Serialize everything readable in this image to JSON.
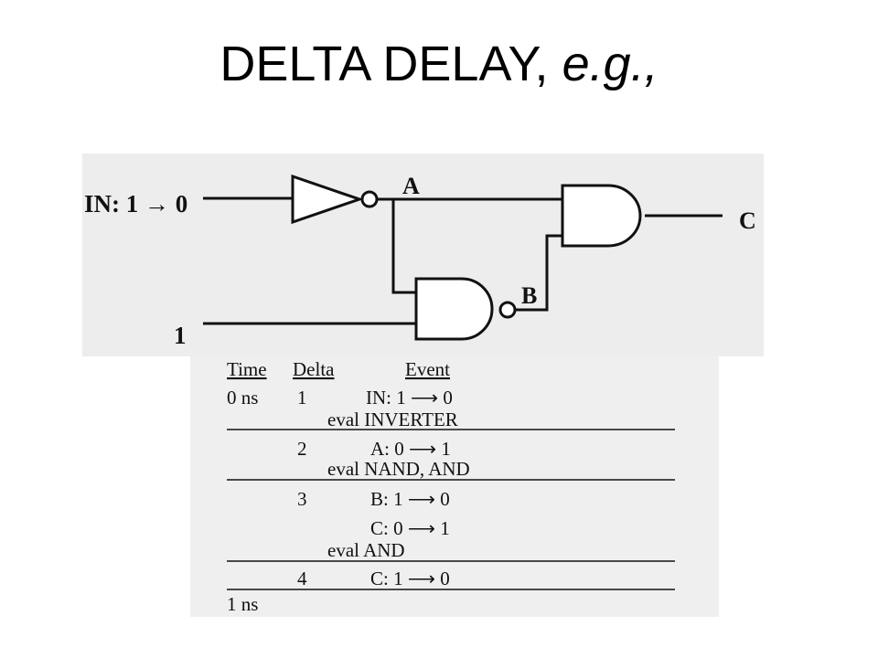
{
  "slide": {
    "title_main": "DELTA DELAY,",
    "title_italic": "e.g.,"
  },
  "circuit": {
    "in_label": "IN: 1 → 0",
    "const_label": "1",
    "node_a": "A",
    "node_b": "B",
    "node_c": "C"
  },
  "table": {
    "headers": {
      "time": "Time",
      "delta": "Delta",
      "event": "Event"
    },
    "rows": [
      {
        "time": "0 ns",
        "delta": "1",
        "event": "IN: 1 ⟶ 0",
        "note": "eval INVERTER"
      },
      {
        "time": "",
        "delta": "2",
        "event": "A: 0 ⟶ 1",
        "note": "eval NAND, AND"
      },
      {
        "time": "",
        "delta": "3",
        "event": "B: 1 ⟶ 0",
        "event2": "C: 0 ⟶ 1",
        "note": "eval AND"
      },
      {
        "time": "",
        "delta": "4",
        "event": "C: 1 ⟶ 0",
        "note": ""
      },
      {
        "time": "1 ns",
        "delta": "",
        "event": "",
        "note": ""
      }
    ]
  },
  "colors": {
    "ink": "#111111",
    "scan_bg": "#ededed"
  }
}
